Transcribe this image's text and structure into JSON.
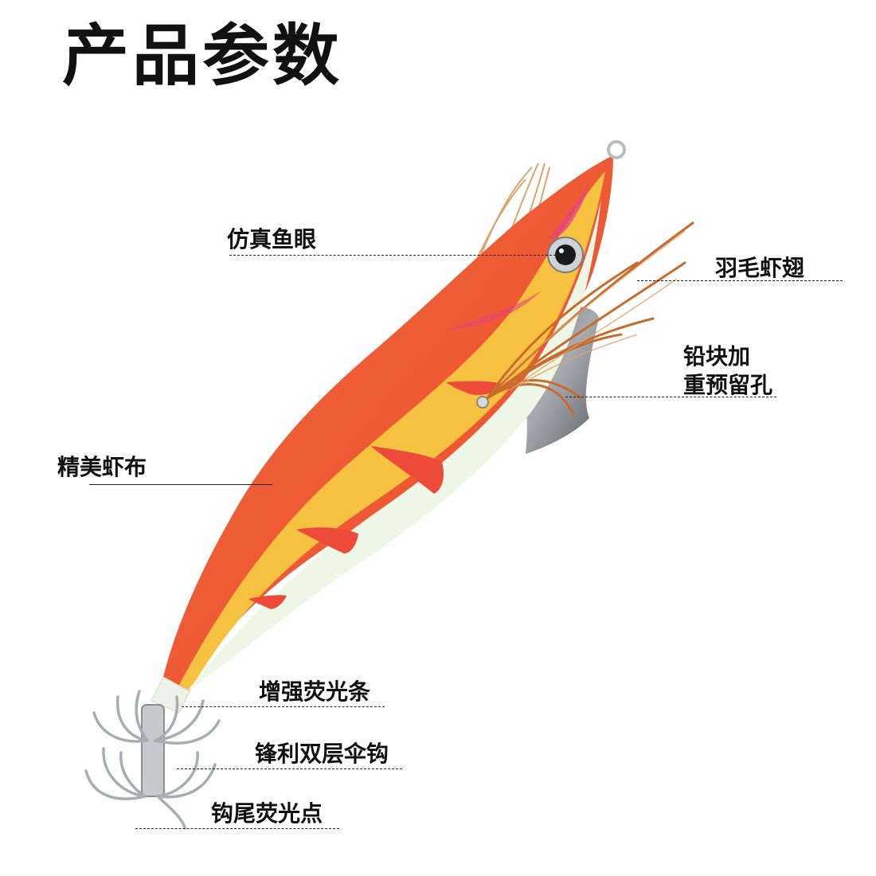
{
  "title": "产品参数",
  "labels": {
    "fish_eye": "仿真鱼眼",
    "feather_wing": "羽毛虾翅",
    "lead_hole_line1": "铅块加",
    "lead_hole_line2": "重预留孔",
    "shrimp_cloth": "精美虾布",
    "luminous_strip": "增强荧光条",
    "umbrella_hook": "锋利双层伞钩",
    "hook_tail_dot": "钩尾荧光点"
  },
  "colors": {
    "body_red": "#ef4f2f",
    "body_yellow": "#f7c23f",
    "belly_glow": "#eef7e6",
    "fin_pink": "#e8457a",
    "feather_brown": "#c96b2c",
    "sinker_gray": "#8b8e92",
    "hook_silver": "#b9bcc0"
  }
}
